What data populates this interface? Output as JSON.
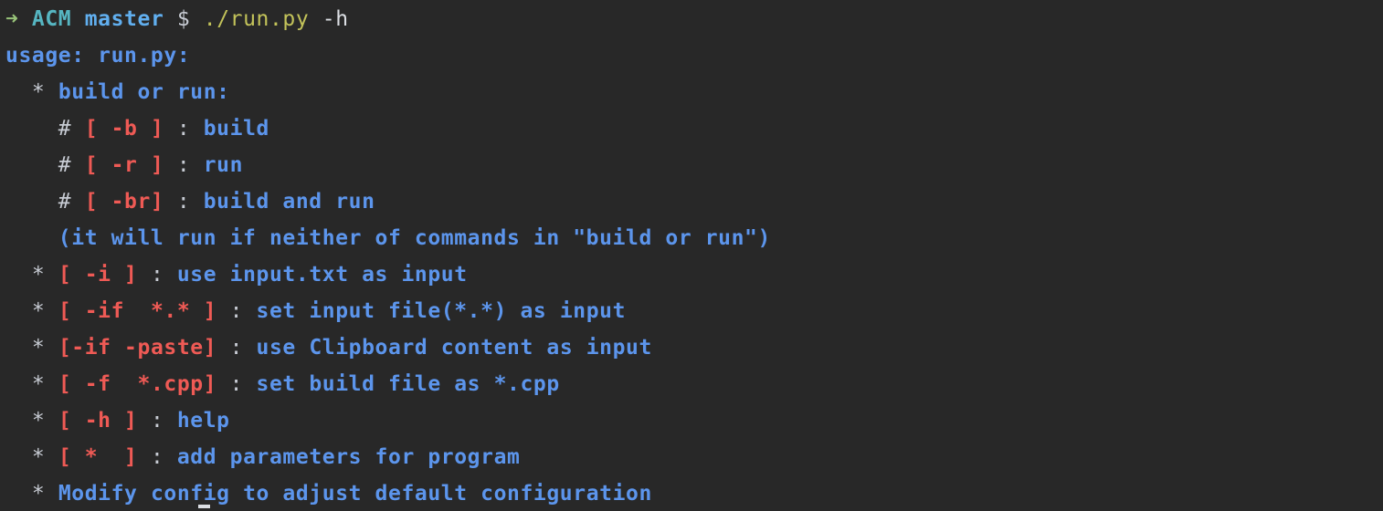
{
  "prompt": {
    "arrow": "➜",
    "directory": "ACM",
    "branch": "master",
    "symbol": "$",
    "command": "./run.py",
    "argument": "-h"
  },
  "help": {
    "usage": "usage: run.py:",
    "build_or_run": {
      "bullet": "*",
      "title": "build or run:",
      "options": [
        {
          "hash": "#",
          "flag": "[ -b ]",
          "sep": " : ",
          "desc": "build"
        },
        {
          "hash": "#",
          "flag": "[ -r ]",
          "sep": " : ",
          "desc": "run"
        },
        {
          "hash": "#",
          "flag": "[ -br]",
          "sep": " : ",
          "desc": "build and run"
        }
      ],
      "note": "(it will run if neither of commands in \"build or run\")"
    },
    "options": [
      {
        "bullet": "*",
        "flag": "[ -i ]",
        "sep": " : ",
        "desc": "use input.txt as input"
      },
      {
        "bullet": "*",
        "flag": "[ -if  *.* ]",
        "sep": " : ",
        "desc": "set input file(*.*) as input"
      },
      {
        "bullet": "*",
        "flag": "[-if -paste]",
        "sep": " : ",
        "desc": "use Clipboard content as input"
      },
      {
        "bullet": "*",
        "flag": "[ -f  *.cpp]",
        "sep": " : ",
        "desc": "set build file as *.cpp"
      },
      {
        "bullet": "*",
        "flag": "[ -h ]",
        "sep": " : ",
        "desc": "help"
      },
      {
        "bullet": "*",
        "flag": "[ *  ]",
        "sep": " : ",
        "desc": "add parameters for program"
      }
    ],
    "footer": {
      "bullet": "*",
      "text": "Modify config to adjust default configuration"
    }
  },
  "colors": {
    "background": "#282828",
    "prompt_arrow": "#98c379",
    "prompt_dir": "#56b6c2",
    "text_blue": "#5c95ec",
    "flag_red": "#ef5a55",
    "command_yellow": "#c3c35a"
  }
}
